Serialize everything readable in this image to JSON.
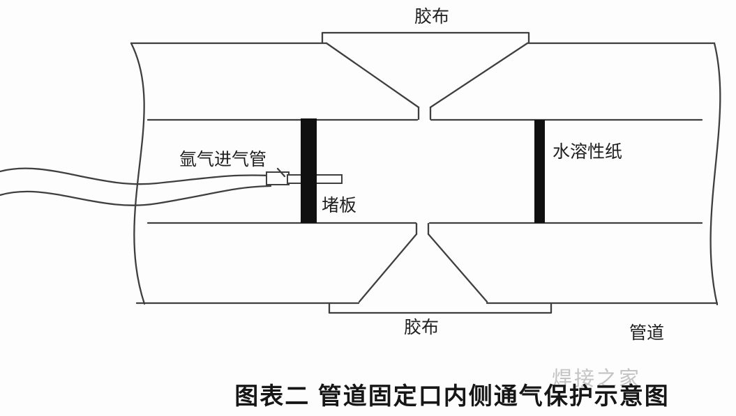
{
  "diagram": {
    "caption": "图表二  管道固定口内侧通气保护示意图",
    "watermark": "焊接之家",
    "labels": {
      "tape_top": "胶布",
      "tape_bottom": "胶布",
      "argon_inlet_pipe": "氩气进气管",
      "plug_plate": "堵板",
      "water_soluble_paper": "水溶性纸",
      "pipe": "管道"
    },
    "colors": {
      "line": "#3f3f3f",
      "solid_fill": "#101010",
      "background": "#fdfdfd",
      "caption_text": "#161616",
      "watermark_text": "#b9b9b9"
    }
  }
}
